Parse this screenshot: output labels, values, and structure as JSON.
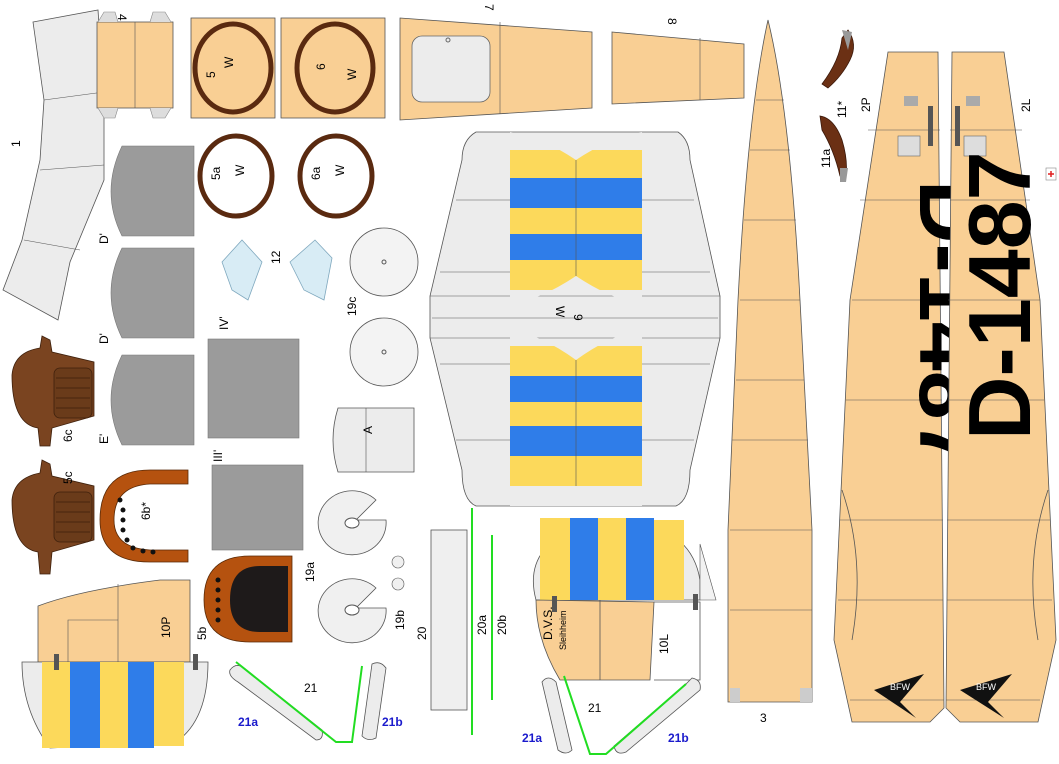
{
  "sheet": {
    "labels": {
      "p1": "1",
      "p3": "3",
      "p4": "4",
      "p5": "5",
      "p5a": "5a",
      "p5b": "5b",
      "p5c": "5c",
      "p6": "6",
      "p6a": "6a",
      "p6b": "6b*",
      "p6c": "6c",
      "p7": "7",
      "p8": "8",
      "p9": "9",
      "p10L": "10L",
      "p10P": "10P",
      "p11a": "11a",
      "p11": "11*",
      "p12": "12",
      "p19a": "19a",
      "p19b": "19b",
      "p19c": "19c",
      "p20": "20",
      "p20a": "20a",
      "p20b": "20b",
      "p21_left": "21",
      "p21_right": "21",
      "p21a_left": "21a",
      "p21b_left": "21b",
      "p21a_right": "21a",
      "p21b_right": "21b",
      "p2P": "2P",
      "p2L": "2L",
      "dLower": "D'",
      "dUpper": "D'",
      "eMark": "E'",
      "ivMark": "IV'",
      "iiiMark": "III'",
      "w5": "W",
      "w6": "W",
      "w5a": "W",
      "w6a": "W",
      "w9": "W",
      "aMark": "A"
    },
    "registration_left": "D-1487",
    "registration_right": "D-1487",
    "tail_text_line1": "D.V.S.",
    "tail_text_line2": "Sleihheim",
    "logo_left": "BFW",
    "logo_right": "BFW",
    "colors": {
      "tan": "#f9cf94",
      "yellow": "#fcd95b",
      "blue": "#2f7de9",
      "grey": "#9b9b9b",
      "brown": "#7a4420",
      "rust": "#b5520f",
      "green": "#22dd22",
      "label_blue": "#1a1acc"
    }
  }
}
